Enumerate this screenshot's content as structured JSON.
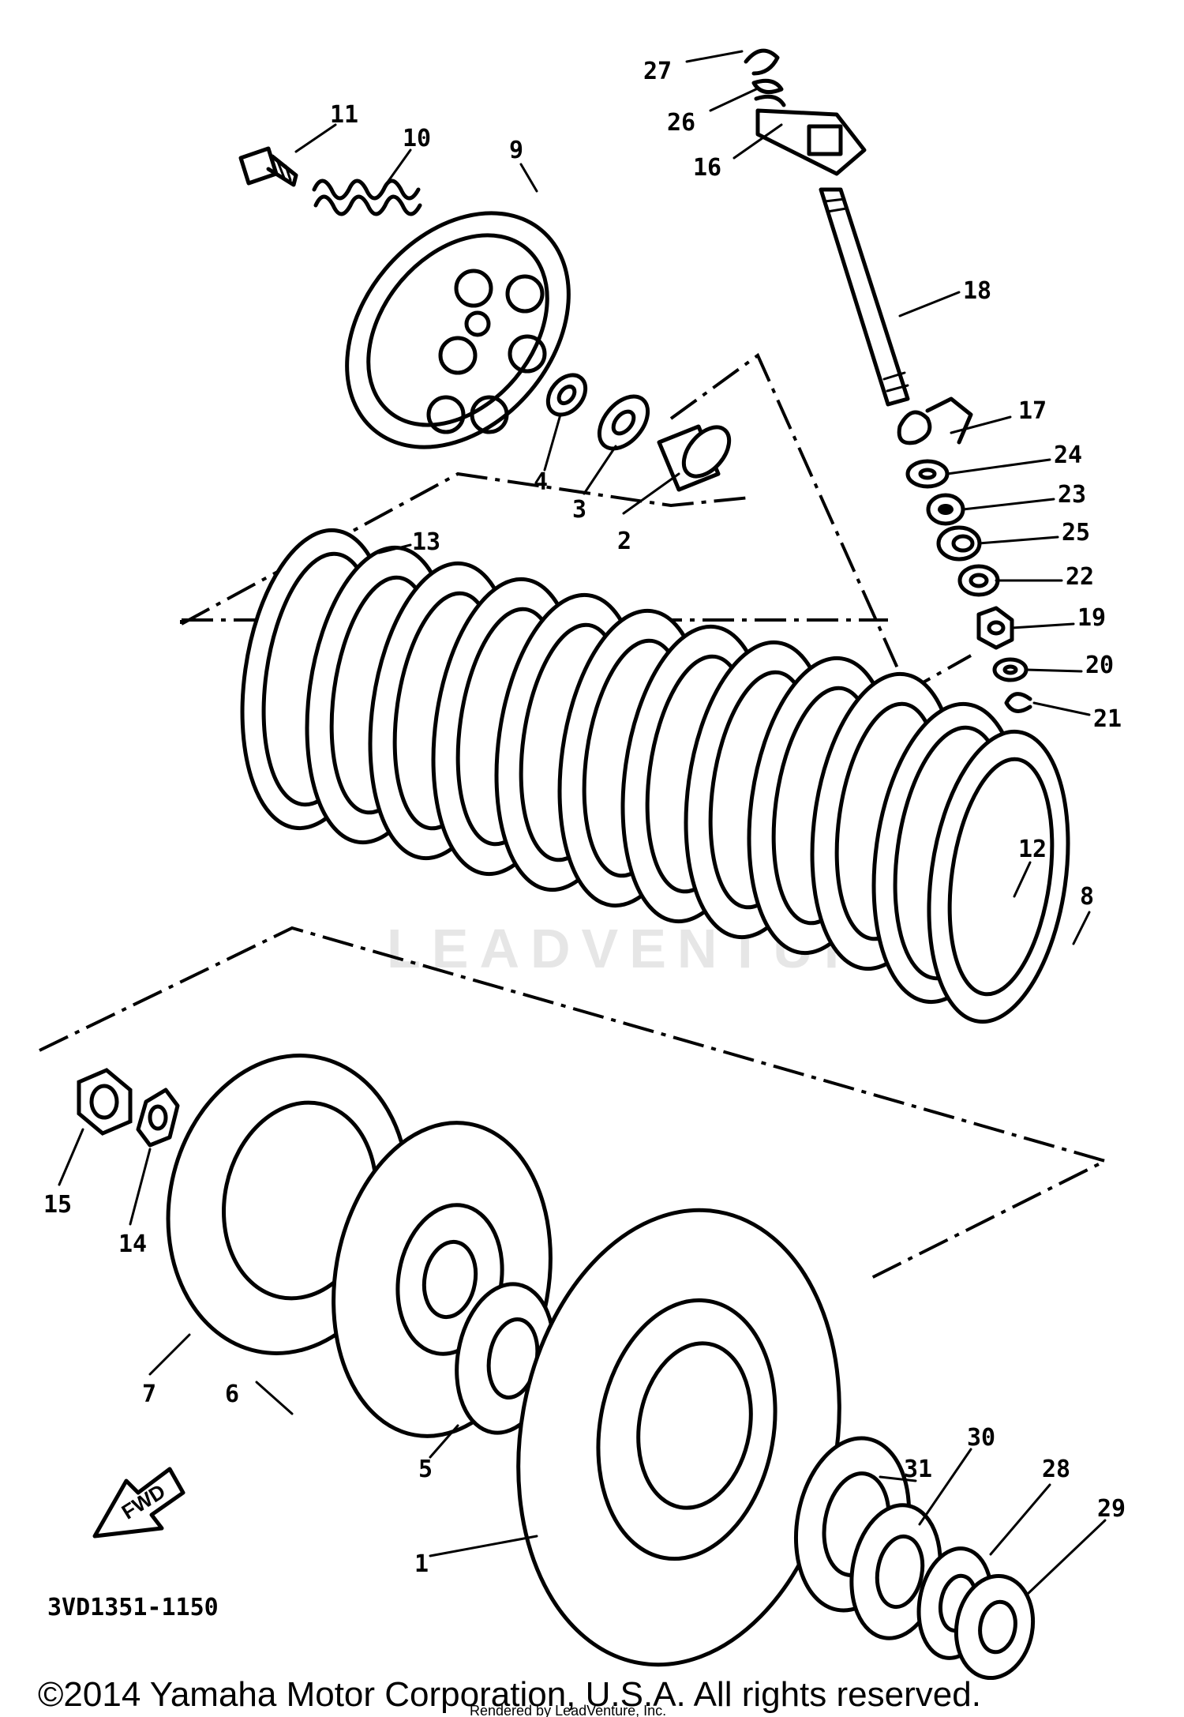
{
  "diagram": {
    "drawing_code": "3VD1351-1150",
    "fwd_label": "FWD",
    "watermark": "LEADVENTURE",
    "copyright": "©2014 Yamaha Motor Corporation, U.S.A. All rights reserved.",
    "rendered_by": "Rendered by LeadVenture, Inc.",
    "callouts": [
      "1",
      "2",
      "3",
      "4",
      "5",
      "6",
      "7",
      "8",
      "9",
      "10",
      "11",
      "12",
      "13",
      "14",
      "15",
      "16",
      "17",
      "18",
      "19",
      "20",
      "21",
      "22",
      "23",
      "24",
      "25",
      "26",
      "27",
      "28",
      "29",
      "30",
      "31"
    ]
  }
}
